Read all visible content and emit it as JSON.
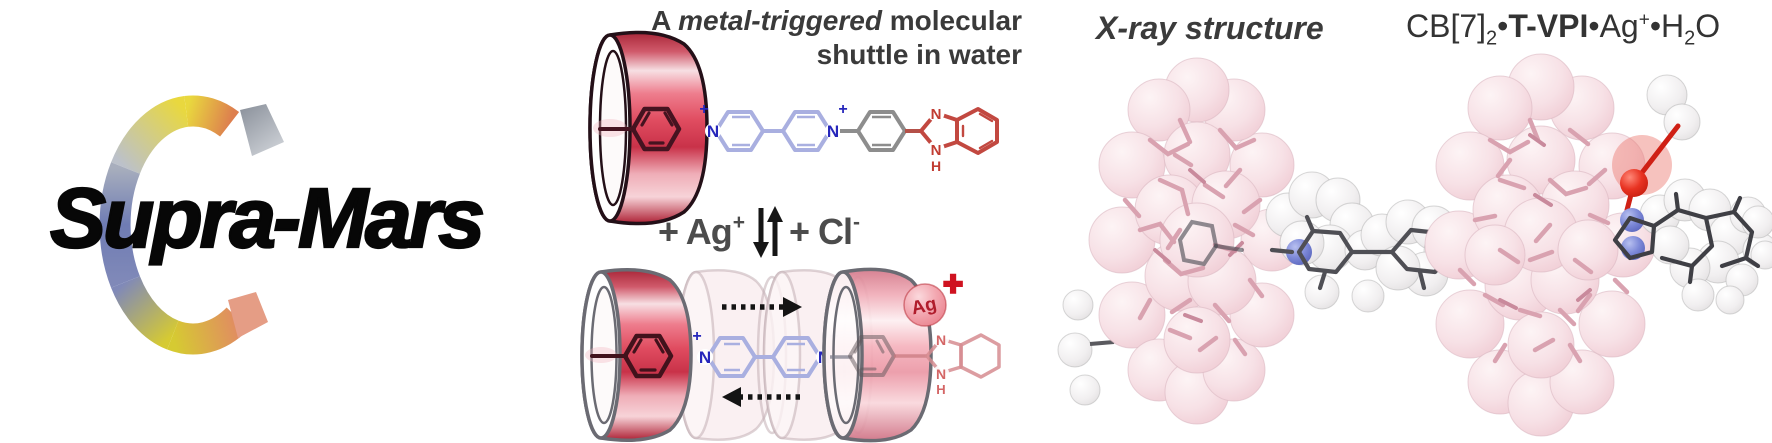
{
  "logo": {
    "text": "Supra-Mars"
  },
  "scheme": {
    "title": {
      "prefix": "A ",
      "italic": "metal-triggered",
      "suffix": " molecular",
      "line2": "shuttle in water"
    },
    "equilibrium": {
      "left": "+ Ag",
      "left_charge": "+",
      "right": "+ Cl",
      "right_charge": "-"
    },
    "labels": {
      "nitrogen": "N",
      "plus": "+",
      "hydrogen": "H",
      "silver": "Ag"
    }
  },
  "xray": {
    "caption": "X-ray structure",
    "formula": {
      "cb": "CB[7]",
      "cb_sub": "2",
      "dot": "•",
      "tvpi": "T-VPI",
      "silver": "Ag",
      "silver_sup": "+",
      "water_h": "H",
      "water_h_sub": "2",
      "water_o": "O"
    }
  },
  "colors": {
    "barrel_red": "#d63850",
    "barrel_outline": "#241018",
    "viologen_nitrogen_blue": "#2626bb",
    "viologen_ring_lavender": "#a9afe0",
    "phenyl_gray": "#8d8d8d",
    "benzimidazole_red": "#c24840",
    "silver_plus_red": "#cf1220",
    "cb7_pink": "#f3dde2",
    "stick_pink": "#d9a2b0",
    "text_dark": "#3a3a3a"
  }
}
